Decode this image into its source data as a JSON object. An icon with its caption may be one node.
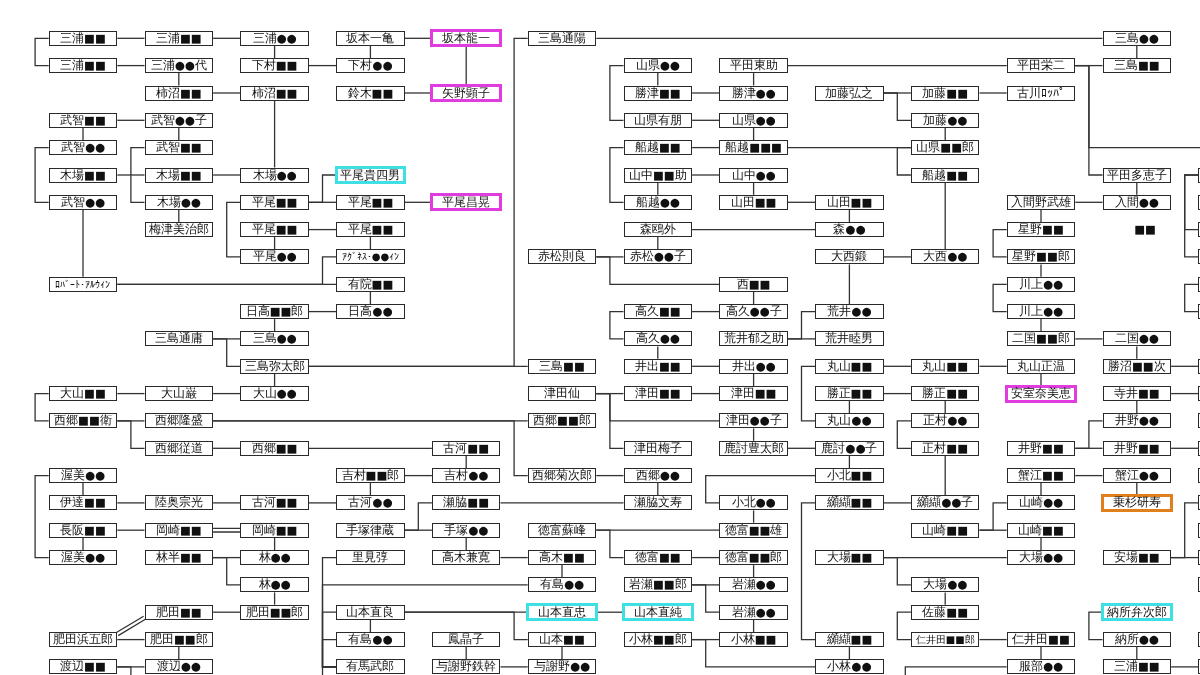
{
  "diagram": {
    "nodes": [
      {
        "text": [
          "三浦■■"
        ]
      },
      {
        "text": [
          "三浦■■"
        ]
      },
      {
        "text": [
          "武智■■"
        ]
      },
      {
        "text": [
          "武智●●"
        ]
      },
      {
        "text": [
          "木場■■"
        ]
      },
      {
        "text": [
          "武智●●"
        ]
      },
      {
        "text": [
          "ﾛﾊﾞｰﾄ･ｱﾙｳｨﾝ"
        ]
      },
      {
        "text": [
          "大山■■"
        ]
      },
      {
        "text": [
          "西郷■■衛"
        ]
      },
      {
        "text": [
          "渥美●●"
        ]
      },
      {
        "text": [
          "伊達■■"
        ]
      },
      {
        "text": [
          "長阪■■"
        ]
      },
      {
        "text": [
          "渥美●●"
        ]
      },
      {
        "text": [
          "肥田浜五郎"
        ]
      },
      {
        "text": [
          "渡辺■■"
        ]
      },
      {
        "text": [
          "三浦■■"
        ]
      },
      {
        "text": [
          "三浦●●代"
        ]
      },
      {
        "text": [
          "柿沼■■"
        ]
      },
      {
        "text": [
          "武智●●子"
        ]
      },
      {
        "text": [
          "武智■■"
        ]
      },
      {
        "text": [
          "木場■■"
        ]
      },
      {
        "text": [
          "木場●●"
        ]
      },
      {
        "text": [
          "梅津美治郎"
        ]
      },
      {
        "text": [
          "三島通庸"
        ]
      },
      {
        "text": [
          "大山巌"
        ]
      },
      {
        "text": [
          "西郷隆盛"
        ]
      },
      {
        "text": [
          "西郷従道"
        ]
      },
      {
        "text": [
          "陸奥宗光"
        ]
      },
      {
        "text": [
          "岡崎■■"
        ]
      },
      {
        "text": [
          "林半■■"
        ]
      },
      {
        "text": [
          "肥田■■"
        ]
      },
      {
        "text": [
          "肥田■■郎"
        ]
      },
      {
        "text": [
          "渡辺●●"
        ]
      },
      {
        "text": [
          "三浦●●"
        ]
      },
      {
        "text": [
          "下村■■"
        ]
      },
      {
        "text": [
          "柿沼■■"
        ]
      },
      {
        "text": [
          "木場●●"
        ]
      },
      {
        "text": [
          "平尾■■"
        ]
      },
      {
        "text": [
          "平尾■■"
        ]
      },
      {
        "text": [
          "平尾●●"
        ]
      },
      {
        "text": [
          "日高■■郎"
        ]
      },
      {
        "text": [
          "三島●●"
        ]
      },
      {
        "text": [
          "三島弥太郎"
        ]
      },
      {
        "text": [
          "大山●●"
        ]
      },
      {
        "text": [
          "西郷■■"
        ]
      },
      {
        "text": [
          "古河■■"
        ]
      },
      {
        "text": [
          "岡崎■■"
        ]
      },
      {
        "text": [
          "林●●"
        ]
      },
      {
        "text": [
          "林●●"
        ]
      },
      {
        "text": [
          "肥田■■郎"
        ]
      },
      {
        "text": [
          "坂本一亀"
        ]
      },
      {
        "text": [
          "下村●●"
        ]
      },
      {
        "text": [
          "鈴木■■"
        ]
      },
      {
        "text": [
          "平尾貴四男"
        ]
      },
      {
        "text": [
          "平尾■■"
        ]
      },
      {
        "text": [
          "平尾■■"
        ]
      },
      {
        "text": [
          "ｱｸﾞﾈｽ･●●ｨﾝ"
        ]
      },
      {
        "text": [
          "有院■■"
        ]
      },
      {
        "text": [
          "日高●●"
        ]
      },
      {
        "text": [
          "吉村■■郎"
        ]
      },
      {
        "text": [
          "古河●●"
        ]
      },
      {
        "text": [
          "手塚律蔵"
        ]
      },
      {
        "text": [
          "里見弴"
        ]
      },
      {
        "text": [
          "山本直良"
        ]
      },
      {
        "text": [
          "有島●●"
        ]
      },
      {
        "text": [
          "有馬武郎"
        ]
      },
      {
        "text": [
          "坂本龍一"
        ]
      },
      {
        "text": [
          "矢野顕子"
        ]
      },
      {
        "text": [
          "平尾昌晃"
        ]
      },
      {
        "text": [
          "古河■■"
        ]
      },
      {
        "text": [
          "吉村●●"
        ]
      },
      {
        "text": [
          "瀬脇■■"
        ]
      },
      {
        "text": [
          "手塚●●"
        ]
      },
      {
        "text": [
          "高木兼寛"
        ]
      },
      {
        "text": [
          "鳳晶子"
        ]
      },
      {
        "text": [
          "与謝野鉄幹"
        ]
      },
      {
        "text": [
          "三島通陽"
        ]
      },
      {
        "text": [
          "赤松則良"
        ]
      },
      {
        "text": [
          "三島■■"
        ]
      },
      {
        "text": [
          "津田仙"
        ]
      },
      {
        "text": [
          "西郷■■郎"
        ]
      },
      {
        "text": [
          "西郷菊次郎"
        ]
      },
      {
        "text": [
          "徳富蘇峰"
        ]
      },
      {
        "text": [
          "高木■■"
        ]
      },
      {
        "text": [
          "有島●●"
        ]
      },
      {
        "text": [
          "山本直忠"
        ]
      },
      {
        "text": [
          "山本■■"
        ]
      },
      {
        "text": [
          "与謝野●●"
        ]
      },
      {
        "text": [
          "山県●●"
        ]
      },
      {
        "text": [
          "勝津■■"
        ]
      },
      {
        "text": [
          "山県有朋"
        ]
      },
      {
        "text": [
          "船越■■"
        ]
      },
      {
        "text": [
          "山中■■助"
        ]
      },
      {
        "text": [
          "船越●●"
        ]
      },
      {
        "text": [
          "森鴎外"
        ]
      },
      {
        "text": [
          "赤松●●子"
        ]
      },
      {
        "text": [
          "高久■■"
        ]
      },
      {
        "text": [
          "高久●●"
        ]
      },
      {
        "text": [
          "井出■■"
        ]
      },
      {
        "text": [
          "津田■■"
        ]
      },
      {
        "text": [
          "津田梅子"
        ]
      },
      {
        "text": [
          "西郷●●"
        ]
      },
      {
        "text": [
          "瀬脇文寿"
        ]
      },
      {
        "text": [
          "徳富■■"
        ]
      },
      {
        "text": [
          "岩瀬■■郎"
        ]
      },
      {
        "text": [
          "山本直純"
        ]
      },
      {
        "text": [
          "小林■■郎"
        ]
      },
      {
        "text": [
          "平田東助"
        ]
      },
      {
        "text": [
          "勝津●●"
        ]
      },
      {
        "text": [
          "山県●●"
        ]
      },
      {
        "text": [
          "船越■■■"
        ]
      },
      {
        "text": [
          "山中●●"
        ]
      },
      {
        "text": [
          "山田■■"
        ]
      },
      {
        "text": [
          "西■■"
        ]
      },
      {
        "text": [
          "高久●●子"
        ]
      },
      {
        "text": [
          "荒井郁之助"
        ]
      },
      {
        "text": [
          "井出●●"
        ]
      },
      {
        "text": [
          "津田■■"
        ]
      },
      {
        "text": [
          "津田●●子"
        ]
      },
      {
        "text": [
          "鹿討豊太郎"
        ]
      },
      {
        "text": [
          "小北●●"
        ]
      },
      {
        "text": [
          "徳富■■雄"
        ]
      },
      {
        "text": [
          "徳富■■郎"
        ]
      },
      {
        "text": [
          "岩瀬●●"
        ]
      },
      {
        "text": [
          "岩瀬●●"
        ]
      },
      {
        "text": [
          "小林■■"
        ]
      },
      {
        "text": [
          "加藤弘之"
        ]
      },
      {
        "text": [
          "山田■■"
        ]
      },
      {
        "text": [
          "森●●"
        ]
      },
      {
        "text": [
          "大西鍛"
        ]
      },
      {
        "text": [
          "荒井●●"
        ]
      },
      {
        "text": [
          "荒井睦男"
        ]
      },
      {
        "text": [
          "丸山■■"
        ]
      },
      {
        "text": [
          "勝正■■"
        ]
      },
      {
        "text": [
          "丸山●●"
        ]
      },
      {
        "text": [
          "鹿討●●子"
        ]
      },
      {
        "text": [
          "小北■■"
        ]
      },
      {
        "text": [
          "纐纈■■"
        ]
      },
      {
        "text": [
          "大場■■"
        ]
      },
      {
        "text": [
          "纐纈■■"
        ]
      },
      {
        "text": [
          "小林●●"
        ]
      },
      {
        "text": [
          "加藤■■"
        ]
      },
      {
        "text": [
          "加藤●●"
        ]
      },
      {
        "text": [
          "山県■■郎"
        ]
      },
      {
        "text": [
          "船越■■"
        ]
      },
      {
        "text": [
          "大西●●"
        ]
      },
      {
        "text": [
          "丸山■■"
        ]
      },
      {
        "text": [
          "勝正■■"
        ]
      },
      {
        "text": [
          "正村●●"
        ]
      },
      {
        "text": [
          "正村■■"
        ]
      },
      {
        "text": [
          "纐纈●●子"
        ]
      },
      {
        "text": [
          "山崎■■"
        ]
      },
      {
        "text": [
          "大場●●"
        ]
      },
      {
        "text": [
          "佐藤■■"
        ]
      },
      {
        "text": [
          "仁井田■■郎"
        ]
      },
      {
        "text": [
          "平田栄二"
        ]
      },
      {
        "text": [
          "古川ﾛｯﾊﾟ"
        ]
      },
      {
        "text": [
          "入間野武雄"
        ]
      },
      {
        "text": [
          "星野■■"
        ]
      },
      {
        "text": [
          "星野■■郎"
        ]
      },
      {
        "text": [
          "川上●●"
        ]
      },
      {
        "text": [
          "川上●●"
        ]
      },
      {
        "text": [
          "二国■■郎"
        ]
      },
      {
        "text": [
          "丸山正温"
        ]
      },
      {
        "text": [
          "安室奈美恵"
        ]
      },
      {
        "text": [
          "井野■■"
        ]
      },
      {
        "text": [
          "蟹江■■"
        ]
      },
      {
        "text": [
          "山崎●●"
        ]
      },
      {
        "text": [
          "山崎■■"
        ]
      },
      {
        "text": [
          "大場●●"
        ]
      },
      {
        "text": [
          "仁井田■■"
        ]
      },
      {
        "text": [
          "服部●●"
        ]
      },
      {
        "text": [
          "三島●●"
        ]
      },
      {
        "text": [
          "三島■■"
        ]
      },
      {
        "text": [
          "平田多恵子"
        ]
      },
      {
        "text": [
          "入間●●"
        ]
      },
      {
        "text": [
          "二国●●"
        ]
      },
      {
        "text": [
          "勝沼■■次"
        ]
      },
      {
        "text": [
          "寺井■■"
        ]
      },
      {
        "text": [
          "井野●●"
        ]
      },
      {
        "text": [
          "井野■■"
        ]
      },
      {
        "text": [
          "蟹江●●"
        ]
      },
      {
        "text": [
          "乗杉研寿"
        ]
      },
      {
        "text": [
          "安場■■"
        ]
      },
      {
        "text": [
          "納所弁次郎"
        ]
      },
      {
        "text": [
          "納所●●"
        ]
      },
      {
        "text": [
          "三浦■■"
        ]
      },
      {
        "text": [],
        "shape": "box"
      },
      {
        "text": [],
        "shape": "box"
      },
      {
        "text": [],
        "shape": "box"
      },
      {
        "text": [],
        "shape": "box"
      },
      {
        "text": [],
        "shape": "box"
      },
      {
        "text": [],
        "shape": "box"
      },
      {
        "text": [],
        "shape": "box"
      },
      {
        "text": [],
        "shape": "box"
      },
      {
        "text": [],
        "shape": "box"
      },
      {
        "text": [],
        "shape": "box"
      },
      {
        "text": [],
        "shape": "box"
      },
      {
        "text": [],
        "shape": "box"
      },
      {
        "text": [],
        "shape": "box"
      },
      {
        "text": [],
        "shape": "box"
      },
      {
        "text": [],
        "shape": "box"
      },
      {
        "text": [],
        "shape": "box"
      },
      {
        "text": [],
        "shape": "box"
      }
    ],
    "edges": [
      {
        "from": 0,
        "to": 1,
        "arrow": "none"
      },
      {
        "from": 0,
        "to": 15,
        "arrow": "none"
      },
      {
        "from": 15,
        "to": 33,
        "arrow": "none"
      },
      {
        "from": 1,
        "to": 16,
        "arrow": "none"
      },
      {
        "from": 33,
        "to": 34,
        "arrow": "none"
      },
      {
        "from": 34,
        "to": 51,
        "arrow": "none"
      },
      {
        "from": 50,
        "to": 51,
        "arrow": "none"
      },
      {
        "from": 50,
        "to": 66,
        "arrow": "none"
      },
      {
        "from": 66,
        "to": 67,
        "arrow": "none"
      },
      {
        "from": 52,
        "to": 67,
        "arrow": "none"
      },
      {
        "from": 16,
        "to": 17,
        "arrow": "none"
      },
      {
        "from": 17,
        "to": 35,
        "arrow": "none"
      },
      {
        "from": 35,
        "to": 36,
        "arrow": "none"
      },
      {
        "from": 2,
        "to": 18,
        "arrow": "none"
      },
      {
        "from": 2,
        "to": 3,
        "arrow": "none"
      },
      {
        "from": 18,
        "to": 19,
        "arrow": "none"
      },
      {
        "from": 3,
        "to": 5,
        "arrow": "none"
      },
      {
        "from": 4,
        "to": 20,
        "arrow": "none"
      },
      {
        "from": 19,
        "to": 21,
        "arrow": "none"
      },
      {
        "from": 20,
        "to": 36,
        "arrow": "none"
      },
      {
        "from": 21,
        "to": 22,
        "arrow": "none"
      },
      {
        "from": 5,
        "to": 6,
        "arrow": "none"
      },
      {
        "from": 6,
        "to": 56,
        "arrow": "none"
      },
      {
        "from": 6,
        "to": 57,
        "arrow": "none"
      },
      {
        "from": 37,
        "to": 53,
        "arrow": "none"
      },
      {
        "from": 37,
        "to": 54,
        "arrow": "none"
      },
      {
        "from": 54,
        "to": 68,
        "arrow": "none"
      },
      {
        "from": 37,
        "to": 39,
        "arrow": "none"
      },
      {
        "from": 38,
        "to": 55,
        "arrow": "none"
      },
      {
        "from": 38,
        "to": 39,
        "arrow": "none"
      },
      {
        "from": 55,
        "to": 56,
        "arrow": "none"
      },
      {
        "from": 57,
        "to": 58,
        "arrow": "none"
      },
      {
        "from": 40,
        "to": 58,
        "arrow": "none"
      },
      {
        "from": 40,
        "to": 41,
        "arrow": "none"
      },
      {
        "from": 23,
        "to": 41,
        "arrow": "none"
      },
      {
        "from": 23,
        "to": 42,
        "arrow": "none"
      },
      {
        "from": 42,
        "to": 43,
        "arrow": "none"
      },
      {
        "from": 42,
        "to": 76,
        "arrow": "none"
      },
      {
        "from": 42,
        "to": 78,
        "arrow": "none"
      },
      {
        "from": 7,
        "to": 24,
        "arrow": "none"
      },
      {
        "from": 24,
        "to": 43,
        "arrow": "none"
      },
      {
        "from": 7,
        "to": 8,
        "arrow": "none"
      },
      {
        "from": 8,
        "to": 25,
        "arrow": "none"
      },
      {
        "from": 8,
        "to": 26,
        "arrow": "none"
      },
      {
        "from": 25,
        "to": 80,
        "arrow": "none"
      },
      {
        "from": 25,
        "to": 81,
        "arrow": "none"
      },
      {
        "from": 26,
        "to": 44,
        "arrow": "none"
      },
      {
        "from": 44,
        "to": 69,
        "arrow": "none"
      },
      {
        "from": 69,
        "to": 70,
        "arrow": "none"
      },
      {
        "from": 59,
        "to": 70,
        "arrow": "none"
      },
      {
        "from": 9,
        "to": 12,
        "arrow": "none"
      },
      {
        "from": 9,
        "to": 10,
        "arrow": "none"
      },
      {
        "from": 10,
        "to": 27,
        "arrow": "none"
      },
      {
        "from": 27,
        "to": 45,
        "arrow": "none"
      },
      {
        "from": 45,
        "to": 60,
        "arrow": "none"
      },
      {
        "from": 59,
        "to": 60,
        "arrow": "none"
      },
      {
        "from": 11,
        "to": 28,
        "arrow": "none"
      },
      {
        "from": 11,
        "to": 12,
        "arrow": "none"
      },
      {
        "from": 28,
        "to": 46,
        "arrow": "none"
      },
      {
        "from": 46,
        "to": 47,
        "arrow": "none"
      },
      {
        "from": 29,
        "to": 47,
        "arrow": "none"
      },
      {
        "from": 29,
        "to": 48,
        "arrow": "none"
      },
      {
        "from": 48,
        "to": 49,
        "arrow": "none"
      },
      {
        "from": 30,
        "to": 49,
        "arrow": "none"
      },
      {
        "from": 13,
        "to": 30,
        "arrow": "none"
      },
      {
        "from": 13,
        "to": 31,
        "arrow": "none"
      },
      {
        "from": 31,
        "to": 32,
        "arrow": "none"
      },
      {
        "from": 14,
        "to": 32,
        "arrow": "none"
      },
      {
        "from": 14,
        "to": null,
        "arrow": "none"
      },
      {
        "from": 61,
        "to": 71,
        "arrow": "none"
      },
      {
        "from": 61,
        "to": 72,
        "arrow": "none"
      },
      {
        "from": 71,
        "to": 102,
        "arrow": "none"
      },
      {
        "from": 72,
        "to": 73,
        "arrow": "none"
      },
      {
        "from": 73,
        "to": 83,
        "arrow": "none"
      },
      {
        "from": 83,
        "to": 84,
        "arrow": "none"
      },
      {
        "from": 65,
        "to": 62,
        "arrow": "none"
      },
      {
        "from": 65,
        "to": 84,
        "arrow": "none"
      },
      {
        "from": 65,
        "to": 63,
        "arrow": "none"
      },
      {
        "from": 65,
        "to": 64,
        "arrow": "none"
      },
      {
        "from": 65,
        "to": null,
        "arrow": "none"
      },
      {
        "from": 63,
        "to": 64,
        "arrow": "none"
      },
      {
        "from": 63,
        "to": 85,
        "arrow": "none"
      },
      {
        "from": 63,
        "to": 86,
        "arrow": "none"
      },
      {
        "from": 85,
        "to": 105,
        "arrow": "none"
      },
      {
        "from": 74,
        "to": 75,
        "arrow": "none"
      },
      {
        "from": 75,
        "to": 87,
        "arrow": "none"
      },
      {
        "from": 86,
        "to": 87,
        "arrow": "none"
      },
      {
        "from": 82,
        "to": 121,
        "arrow": "none"
      },
      {
        "from": 82,
        "to": 103,
        "arrow": "none"
      },
      {
        "from": 103,
        "to": 122,
        "arrow": "none"
      },
      {
        "from": 120,
        "to": 121,
        "arrow": "none"
      },
      {
        "from": 122,
        "to": 123,
        "arrow": "none"
      },
      {
        "from": 104,
        "to": 123,
        "arrow": "none"
      },
      {
        "from": 104,
        "to": 124,
        "arrow": "none"
      },
      {
        "from": 124,
        "to": 125,
        "arrow": "none"
      },
      {
        "from": 106,
        "to": 125,
        "arrow": "none"
      },
      {
        "from": 106,
        "to": 140,
        "arrow": "none"
      },
      {
        "from": 139,
        "to": 140,
        "arrow": "none"
      },
      {
        "from": null,
        "to": 171,
        "arrow": "none"
      },
      {
        "from": 170,
        "to": 171,
        "arrow": "none"
      },
      {
        "from": 154,
        "to": 170,
        "arrow": "none"
      },
      {
        "from": 153,
        "to": 154,
        "arrow": "none"
      },
      {
        "from": 152,
        "to": 153,
        "arrow": "none"
      },
      {
        "from": 138,
        "to": 169,
        "arrow": "none"
      },
      {
        "from": 138,
        "to": 152,
        "arrow": "none"
      },
      {
        "from": 168,
        "to": 169,
        "arrow": "none"
      },
      {
        "from": 151,
        "to": 167,
        "arrow": "none"
      },
      {
        "from": 151,
        "to": 168,
        "arrow": "none"
      },
      {
        "from": 137,
        "to": 150,
        "arrow": "none"
      },
      {
        "from": 137,
        "to": 139,
        "arrow": "none"
      },
      {
        "from": 149,
        "to": 150,
        "arrow": "none"
      },
      {
        "from": 148,
        "to": 149,
        "arrow": "none"
      },
      {
        "from": 147,
        "to": 148,
        "arrow": "none"
      },
      {
        "from": 133,
        "to": 147,
        "arrow": "none"
      },
      {
        "from": 133,
        "to": 134,
        "arrow": "none"
      },
      {
        "from": 132,
        "to": 134,
        "arrow": "none"
      },
      {
        "from": 132,
        "to": 146,
        "arrow": "none"
      },
      {
        "from": 146,
        "to": 163,
        "arrow": "none"
      },
      {
        "from": 163,
        "to": 164,
        "arrow": "none"
      },
      {
        "from": 176,
        "to": 177,
        "arrow": "none"
      },
      {
        "from": 178,
        "to": 179,
        "arrow": "none"
      },
      {
        "from": 165,
        "to": 179,
        "arrow": "none"
      },
      {
        "from": 165,
        "to": 180,
        "arrow": "none"
      },
      {
        "from": 166,
        "to": 181,
        "arrow": "none"
      },
      {
        "from": 166,
        "to": 167,
        "arrow": "none"
      },
      {
        "from": 181,
        "to": 182,
        "arrow": "none"
      },
      {
        "from": 135,
        "to": 136,
        "arrow": "none"
      },
      {
        "from": 119,
        "to": 135,
        "arrow": "none"
      },
      {
        "from": 136,
        "to": 120,
        "arrow": "none"
      },
      {
        "from": 184,
        "to": 185,
        "arrow": "none"
      },
      {
        "from": 185,
        "to": 186,
        "arrow": "none"
      },
      {
        "from": 76,
        "to": 172,
        "arrow": "none"
      },
      {
        "from": 172,
        "to": 173,
        "arrow": "none"
      },
      {
        "from": 107,
        "to": 155,
        "arrow": "none"
      },
      {
        "from": 155,
        "to": 173,
        "arrow": "none"
      },
      {
        "from": 155,
        "to": 174,
        "arrow": "none"
      },
      {
        "from": 155,
        "to": null,
        "arrow": "none"
      },
      {
        "from": 88,
        "to": 89,
        "arrow": "none"
      },
      {
        "from": 107,
        "to": 108,
        "arrow": "none"
      },
      {
        "from": 89,
        "to": 108,
        "arrow": "none"
      },
      {
        "from": 88,
        "to": 90,
        "arrow": "none"
      },
      {
        "from": 90,
        "to": 109,
        "arrow": "none"
      },
      {
        "from": 109,
        "to": 110,
        "arrow": "none"
      },
      {
        "from": 91,
        "to": 110,
        "arrow": "none"
      },
      {
        "from": 110,
        "to": 143,
        "arrow": "none"
      },
      {
        "from": 91,
        "to": 93,
        "arrow": "none"
      },
      {
        "from": 92,
        "to": 111,
        "arrow": "none"
      },
      {
        "from": 92,
        "to": 93,
        "arrow": "none"
      },
      {
        "from": 111,
        "to": 112,
        "arrow": "none"
      },
      {
        "from": 112,
        "to": 127,
        "arrow": "none"
      },
      {
        "from": 127,
        "to": 128,
        "arrow": "none"
      },
      {
        "from": 94,
        "to": 128,
        "arrow": "none"
      },
      {
        "from": 94,
        "to": 95,
        "arrow": "none"
      },
      {
        "from": 77,
        "to": 95,
        "arrow": "none"
      },
      {
        "from": 77,
        "to": 113,
        "arrow": "none"
      },
      {
        "from": 113,
        "to": 114,
        "arrow": "none"
      },
      {
        "from": 96,
        "to": 114,
        "arrow": "none"
      },
      {
        "from": 96,
        "to": 97,
        "arrow": "none"
      },
      {
        "from": 97,
        "to": 98,
        "arrow": "none"
      },
      {
        "from": 98,
        "to": 116,
        "arrow": "none"
      },
      {
        "from": 116,
        "to": 117,
        "arrow": "none"
      },
      {
        "from": 115,
        "to": 130,
        "arrow": "none"
      },
      {
        "from": 115,
        "to": 131,
        "arrow": "none"
      },
      {
        "from": 129,
        "to": 130,
        "arrow": "none"
      },
      {
        "from": 129,
        "to": 145,
        "arrow": "none"
      },
      {
        "from": 144,
        "to": 145,
        "arrow": "none"
      },
      {
        "from": 126,
        "to": 141,
        "arrow": "none"
      },
      {
        "from": 126,
        "to": 142,
        "arrow": "none"
      },
      {
        "from": 141,
        "to": 156,
        "arrow": "none"
      },
      {
        "from": 142,
        "to": 143,
        "arrow": "none"
      },
      {
        "from": 143,
        "to": 144,
        "arrow": "none"
      },
      {
        "from": 157,
        "to": 175,
        "arrow": "none"
      },
      {
        "from": 174,
        "to": 175,
        "arrow": "none"
      },
      {
        "from": 158,
        "to": 159,
        "arrow": "none"
      },
      {
        "from": 159,
        "to": 160,
        "arrow": "none"
      },
      {
        "from": 160,
        "to": 161,
        "arrow": "none"
      },
      {
        "from": 161,
        "to": 162,
        "arrow": "none"
      },
      {
        "from": 162,
        "to": 176,
        "arrow": "none"
      },
      {
        "from": 79,
        "to": 99,
        "arrow": "none"
      },
      {
        "from": 79,
        "to": 118,
        "arrow": "none"
      },
      {
        "from": 79,
        "to": 100,
        "arrow": "none"
      },
      {
        "from": 99,
        "to": 117,
        "arrow": "none"
      },
      {
        "from": 118,
        "to": 119,
        "arrow": "none"
      },
      {
        "from": 81,
        "to": 101,
        "arrow": "none"
      },
      {
        "from": 101,
        "to": 102,
        "arrow": "none"
      },
      {
        "from": 187,
        "to": 189,
        "arrow": "none"
      },
      {
        "from": 187,
        "to": 190,
        "arrow": "none"
      },
      {
        "from": 191,
        "to": 192,
        "arrow": "none"
      },
      {
        "from": 177,
        "to": 193,
        "arrow": "none"
      },
      {
        "from": 178,
        "to": 194,
        "arrow": "none"
      },
      {
        "from": 180,
        "to": 196,
        "arrow": "none"
      },
      {
        "from": 183,
        "to": 198,
        "arrow": "none"
      },
      {
        "from": 183,
        "to": 200,
        "arrow": "none"
      },
      {
        "from": 186,
        "to": 203,
        "arrow": "none"
      },
      {
        "from": 157,
        "to": 158,
        "arrow": "none"
      }
    ],
    "labels": [
      "■■"
    ]
  }
}
